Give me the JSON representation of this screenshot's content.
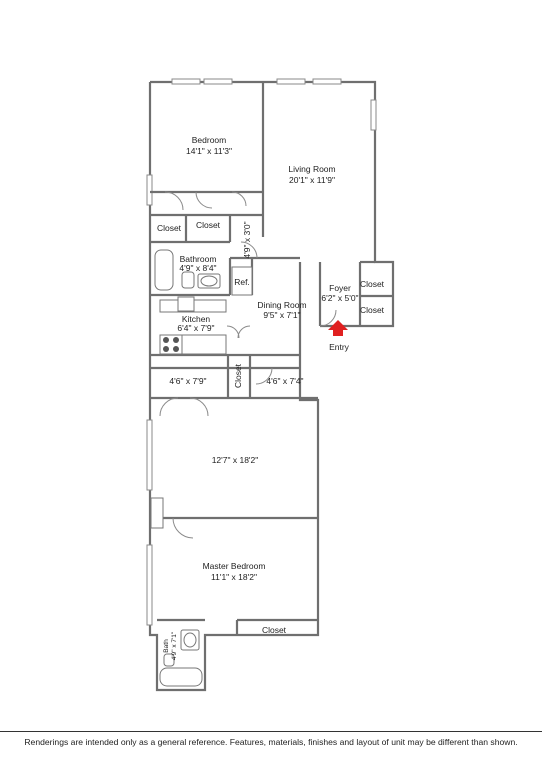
{
  "rooms": {
    "bedroom": {
      "name": "Bedroom",
      "size": "14'1\" x 11'3\""
    },
    "living_room": {
      "name": "Living Room",
      "size": "20'1\" x 11'9\""
    },
    "closet_1": {
      "name": "Closet"
    },
    "closet_2": {
      "name": "Closet"
    },
    "hall_dim": {
      "size": "4'9\" x 3'0\""
    },
    "bathroom": {
      "name": "Bathroom",
      "size": "4'9\" x 8'4\""
    },
    "ref": {
      "name": "Ref."
    },
    "kitchen": {
      "name": "Kitchen",
      "size": "6'4\" x 7'9\""
    },
    "dining_room": {
      "name": "Dining Room",
      "size": "9'5\" x 7'1\""
    },
    "foyer": {
      "name": "Foyer",
      "size": "6'2\" x 5'0\""
    },
    "closet_foyer_1": {
      "name": "Closet"
    },
    "closet_foyer_2": {
      "name": "Closet"
    },
    "entry": {
      "name": "Entry"
    },
    "hall_west": {
      "size": "4'6\" x 7'9\""
    },
    "closet_hall": {
      "name": "Closet"
    },
    "hall_east": {
      "size": "4'6\" x 7'4\""
    },
    "room_mid": {
      "size": "12'7\" x 18'2\""
    },
    "master_bedroom": {
      "name": "Master Bedroom",
      "size": "11'1\" x 18'2\""
    },
    "closet_master": {
      "name": "Closet"
    },
    "bath_small": {
      "name": "Bath",
      "size": "4'9\" x 7'1\""
    }
  },
  "colors": {
    "entry_arrow": "#e02020",
    "wall": "#6f6f6f"
  },
  "footer": {
    "disclaimer": "Renderings are intended only as a general reference. Features, materials, finishes and layout of unit may be different than shown."
  }
}
